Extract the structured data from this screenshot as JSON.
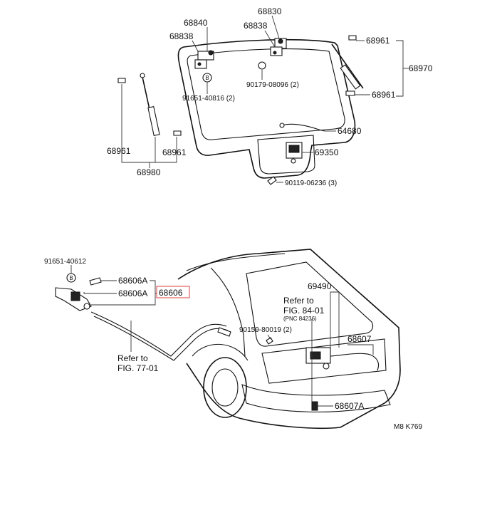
{
  "top_assembly": {
    "labels": {
      "p68840": "68840",
      "p68830": "68830",
      "p68838_left": "68838",
      "p68838_right": "68838",
      "p68961_top_right": "68961",
      "p68970": "68970",
      "p68961_bottom_right": "68961",
      "p90179": "90179-08096 (2)",
      "p91651_top": "91651-40816 (2)",
      "p64680": "64680",
      "p69350": "69350",
      "p90119": "90119-06236 (3)",
      "p68961_left": "68961",
      "p68961_mid": "68961",
      "p68980": "68980",
      "badge_b_top": "B"
    }
  },
  "bottom_assembly": {
    "labels": {
      "p91651_bottom": "91651-40612",
      "badge_b_bottom": "B",
      "p68606A_upper": "68606A",
      "p68606A_lower": "68606A",
      "p68606": "68606",
      "refer_fig77_line1": "Refer to",
      "refer_fig77_line2": "FIG. 77-01",
      "p69490": "69490",
      "refer_fig84_line1": "Refer to",
      "refer_fig84_line2": "FIG. 84-01",
      "refer_fig84_pnc": "(PNC 84236)",
      "p90159": "90159-80019 (2)",
      "p68607": "68607",
      "p68607A": "68607A"
    }
  },
  "figure_code": "M8  K769",
  "colors": {
    "highlight_border": "#e06060",
    "ink": "#111111"
  }
}
